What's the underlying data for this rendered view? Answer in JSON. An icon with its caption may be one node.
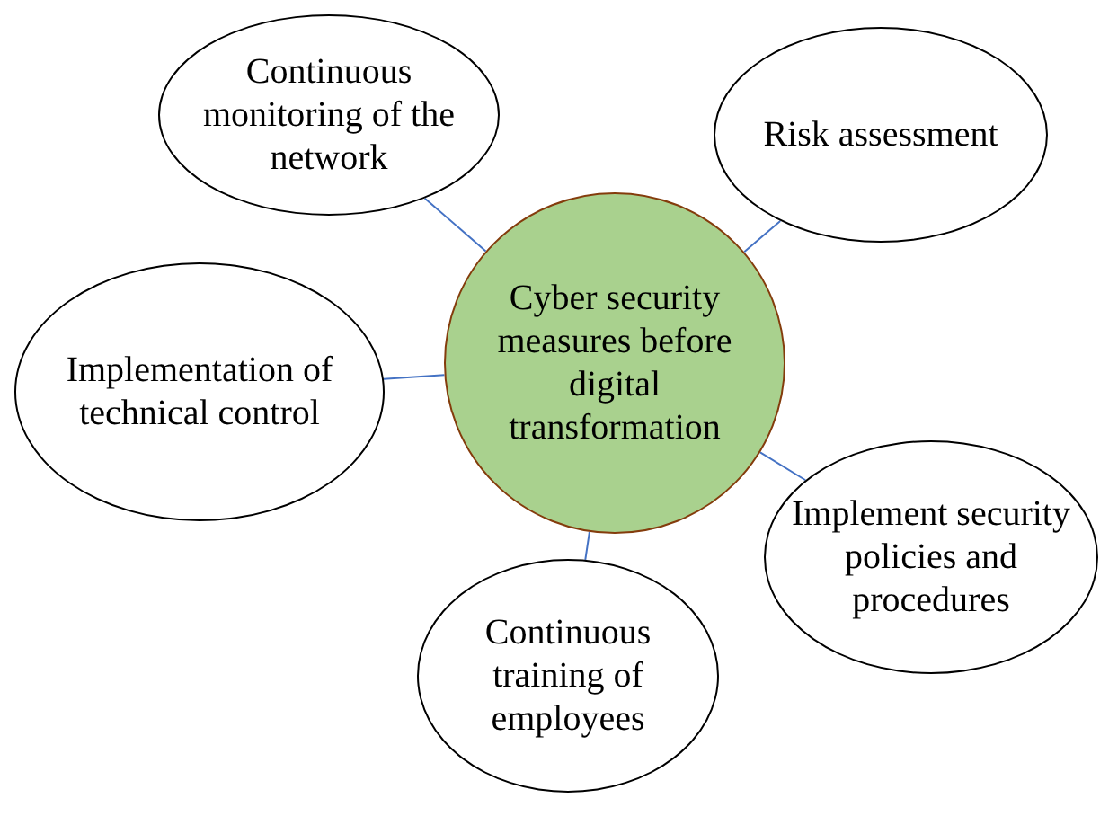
{
  "diagram": {
    "nodes": [
      {
        "text": [
          "Continuous monitoring of the network"
        ]
      },
      {
        "text": [
          "Risk assessment"
        ]
      },
      {
        "text": [
          "Cyber security measures before digital transformation"
        ]
      },
      {
        "text": [
          "Implementation of technical control"
        ]
      },
      {
        "text": [
          "Implement security policies and procedures"
        ]
      },
      {
        "text": [
          "Continuous training of employees"
        ]
      }
    ],
    "edges": [
      {
        "from": 2,
        "to": 0,
        "arrow": "none"
      },
      {
        "from": 2,
        "to": 1,
        "arrow": "none"
      },
      {
        "from": 2,
        "to": 3,
        "arrow": "none"
      },
      {
        "from": 2,
        "to": 4,
        "arrow": "none"
      },
      {
        "from": 2,
        "to": 5,
        "arrow": "none"
      }
    ]
  }
}
